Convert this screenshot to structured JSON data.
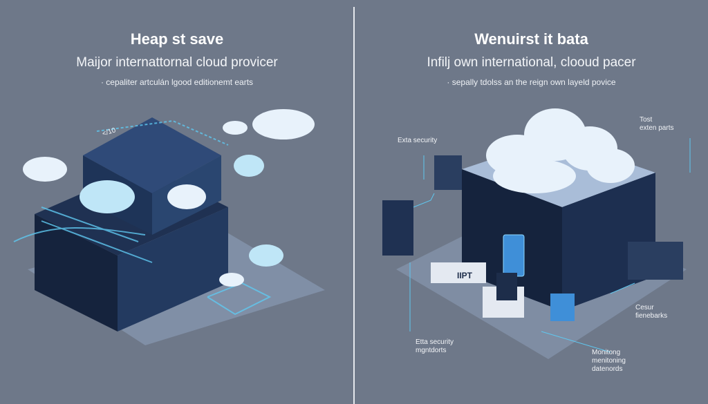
{
  "left": {
    "title": "Heap st save",
    "subtitle": "Maijor internattornal cloud provicer",
    "bullet": "· cepaliter artculán lgood editionemt earts",
    "dimension_label": "</10"
  },
  "right": {
    "title": "Wenuirst it bata",
    "subtitle": "Infilj own international, clooud pacer",
    "bullet": "· sepally tdolss an the reign own layeld povice",
    "labels": {
      "top_right": "Tost\nexten parts",
      "extra_security": "Exta security",
      "device_label": "IIPT",
      "extra_security_bottom": "Etta security\nmgntdorts",
      "cesur": "Cesur\nfienebarks",
      "monitoring": "Monitong\nmenitoning\ndatenords"
    }
  },
  "colors": {
    "background": "#6e7889",
    "server_dark": "#1d2d4a",
    "glow": "#5fc8f0",
    "cloud": "#e8f2fb"
  }
}
